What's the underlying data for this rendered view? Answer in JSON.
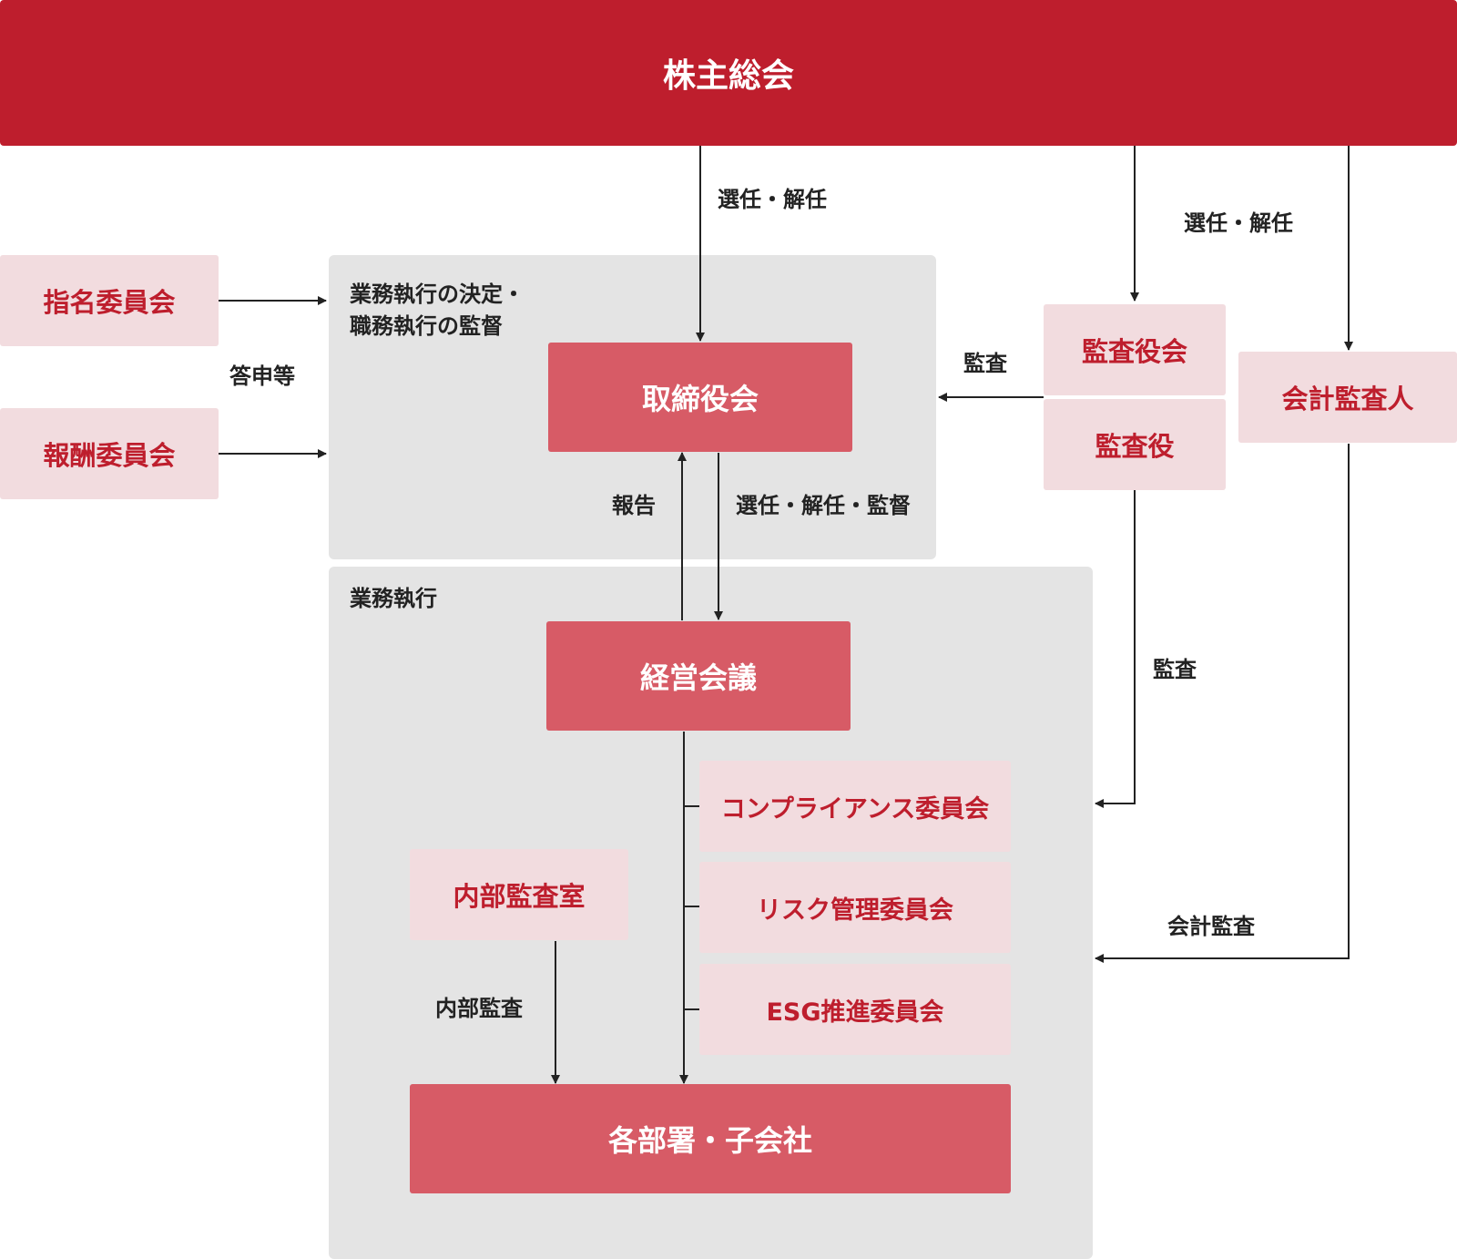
{
  "nodes": {
    "shareholders": "株主総会",
    "nomination": "指名委員会",
    "remuneration": "報酬委員会",
    "board": "取締役会",
    "audit_board": "監査役会",
    "auditor": "監査役",
    "accounting_auditor": "会計監査人",
    "management_meeting": "経営会議",
    "compliance": "コンプライアンス委員会",
    "risk": "リスク管理委員会",
    "esg": "ESG推進委員会",
    "internal_audit_office": "内部監査室",
    "departments": "各部署・子会社"
  },
  "panels": {
    "decision_line1": "業務執行の決定・",
    "decision_line2": "職務執行の監督",
    "execution": "業務執行"
  },
  "labels": {
    "elect_board": "選任・解任",
    "elect_auditors": "選任・解任",
    "advisory": "答申等",
    "audit_board": "監査",
    "report": "報告",
    "elect_supervise": "選任・解任・監督",
    "audit_execution": "監査",
    "accounting_audit": "会計監査",
    "internal_audit": "内部監査"
  },
  "colors": {
    "top": "#be1e2d",
    "strong": "#d75b66",
    "light": "#f2dcdf",
    "panel": "#e4e4e4",
    "line": "#222222"
  }
}
